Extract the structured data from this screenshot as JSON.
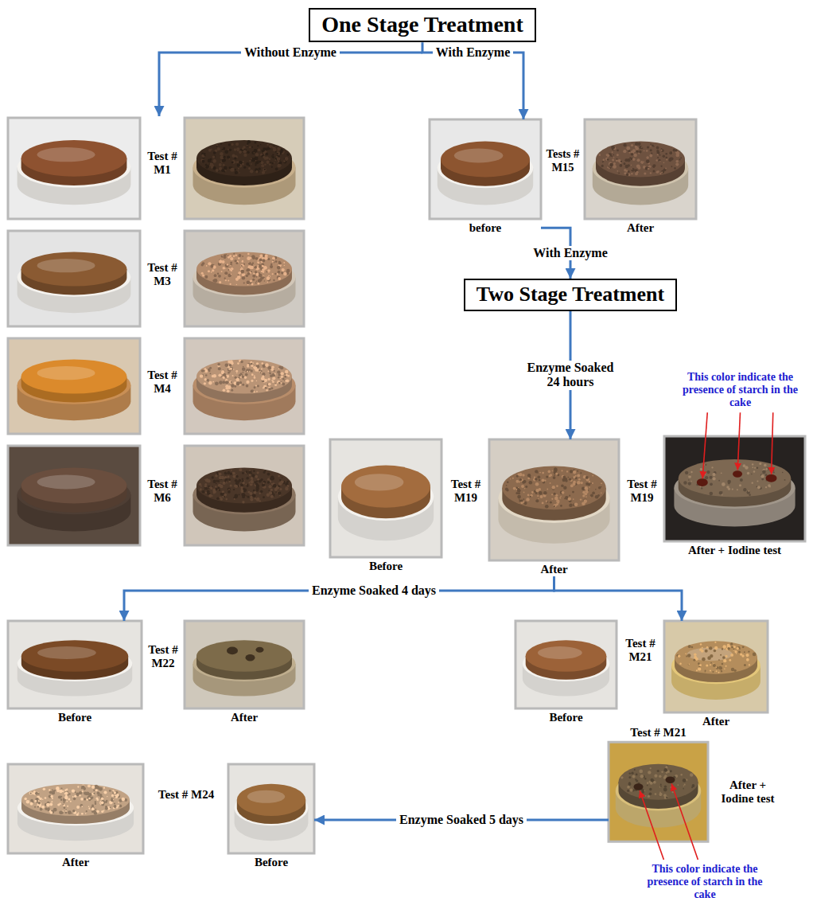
{
  "diagram": {
    "nodes": [
      {
        "text": [
          "One Stage Treatment"
        ]
      },
      {
        "text": [
          "before"
        ]
      },
      {
        "text": [
          "After"
        ]
      },
      {
        "text": [
          "Two Stage Treatment"
        ]
      },
      {
        "text": [
          "Before"
        ]
      },
      {
        "text": [
          "After"
        ]
      },
      {
        "text": [
          "After + Iodine test"
        ]
      },
      {
        "text": [
          "Before"
        ]
      },
      {
        "text": [
          "After"
        ]
      },
      {
        "text": [
          "Before"
        ]
      },
      {
        "text": [
          "After"
        ]
      },
      {
        "text": [
          "Test # M21",
          "After + Iodine test"
        ]
      },
      {
        "text": [
          "Before"
        ]
      },
      {
        "text": [
          "After"
        ]
      }
    ],
    "edges": [
      {
        "from": 0,
        "to": 1,
        "label": "With Enzyme",
        "arrow": "to"
      },
      {
        "from": 1,
        "to": 3,
        "label": "With Enzyme",
        "arrow": "to"
      },
      {
        "from": 3,
        "to": 5,
        "label": "Enzyme Soaked 24 hours",
        "arrow": "to"
      },
      {
        "from": 5,
        "to": 7,
        "label": "Enzyme Soaked 4 days",
        "arrow": "to"
      },
      {
        "from": 5,
        "to": 10,
        "arrow": "to"
      },
      {
        "from": 11,
        "to": 12,
        "label": "Enzyme Soaked 5 days",
        "arrow": "to"
      }
    ],
    "labels": [
      "Without Enzyme",
      "Test # M1",
      "Test # M3",
      "Test # M4",
      "Test # M6",
      "Tests # M15",
      "This color indicate the presence of starch in the cake",
      "Test # M19",
      "Test # M19",
      "Test # M22",
      "Test # M21",
      "Test # M24",
      "This color indicate the presence of starch in the cake"
    ]
  }
}
